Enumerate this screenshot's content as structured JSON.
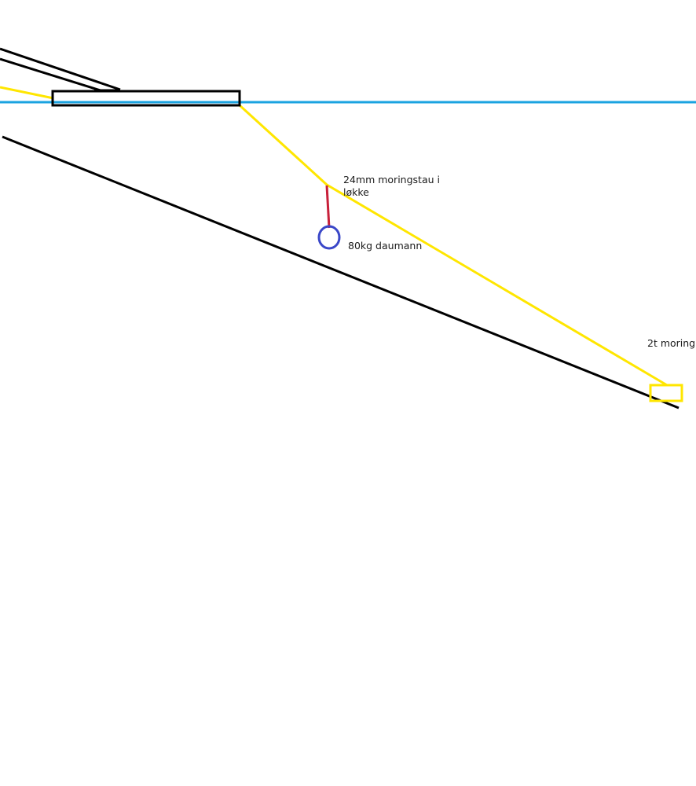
{
  "colors": {
    "water": "#1aa3e0",
    "mooring_line": "#ffe600",
    "seabed": "#000000",
    "dock": "#000000",
    "weight_rope": "#c8203a",
    "weight": "#3a47c8",
    "anchor_block": "#ffe600",
    "background": "#ffffff"
  },
  "labels": {
    "rope_line1": "24mm moringstau i",
    "rope_line2": "løkke",
    "weight": "80kg daumann",
    "mooring": "2t moring"
  },
  "icons": {
    "weight": "circle-weight-icon",
    "anchor": "rectangle-anchor-block-icon"
  }
}
